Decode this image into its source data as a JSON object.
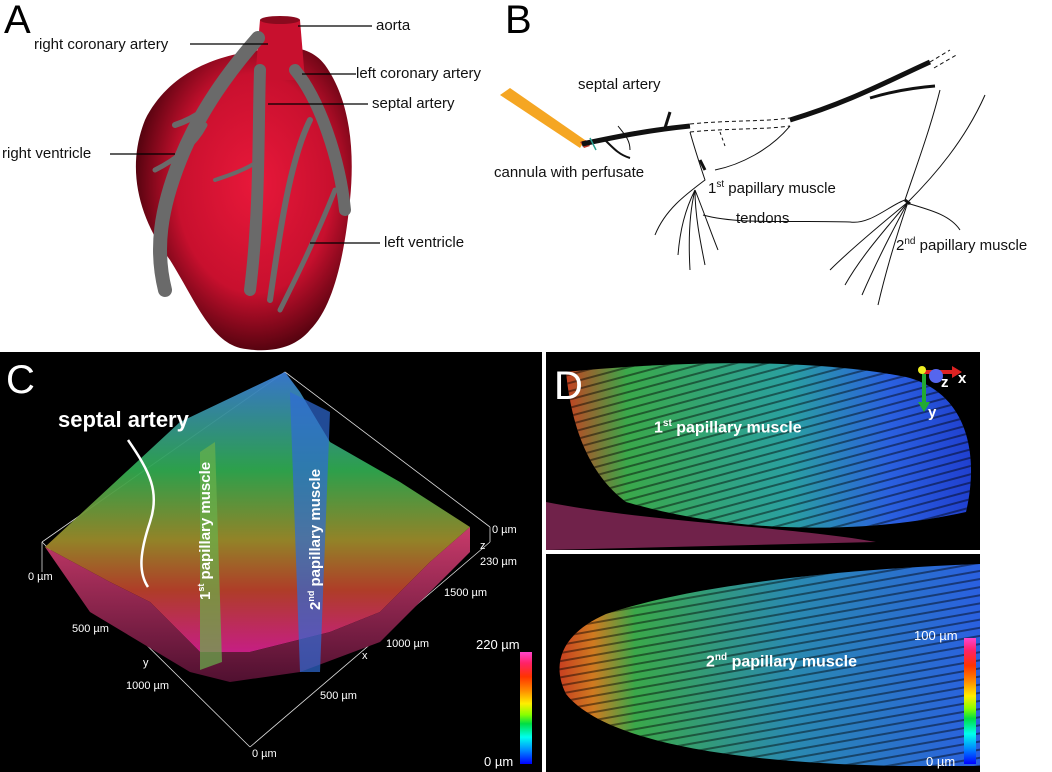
{
  "panels": {
    "A": {
      "letter": "A",
      "labels": {
        "aorta": "aorta",
        "right_coronary_artery": "right coronary artery",
        "left_coronary_artery": "left coronary artery",
        "septal_artery": "septal artery",
        "right_ventricle": "right ventricle",
        "left_ventricle": "left ventricle"
      }
    },
    "B": {
      "letter": "B",
      "labels": {
        "septal_artery": "septal artery",
        "cannula": "cannula with perfusate",
        "first_pm_num": "1",
        "first_pm_sup": "st",
        "first_pm_text": " papillary muscle",
        "tendons": "tendons",
        "second_pm_num": "2",
        "second_pm_sup": "nd",
        "second_pm_text": " papillary muscle"
      }
    },
    "C": {
      "letter": "C",
      "septal_artery": "septal artery",
      "first_pm_num": "1",
      "first_pm_sup": "st",
      "first_pm_text": " papillary muscle",
      "second_pm_num": "2",
      "second_pm_sup": "nd",
      "second_pm_text": " papillary muscle",
      "axis": {
        "y_label": "y",
        "x_label": "x",
        "z_label": "z",
        "y_ticks": [
          "0 µm",
          "500 µm",
          "1000 µm"
        ],
        "x_ticks": [
          "0 µm",
          "500 µm",
          "1000 µm",
          "1500 µm"
        ],
        "z_ticks": [
          "0 µm",
          "230 µm"
        ]
      },
      "colorbar": {
        "max": "220 µm",
        "min": "0 µm"
      }
    },
    "D": {
      "letter": "D",
      "first_pm_num": "1",
      "first_pm_sup": "st",
      "first_pm_text": " papillary muscle",
      "second_pm_num": "2",
      "second_pm_sup": "nd",
      "second_pm_text": " papillary muscle",
      "axes": {
        "x": "x",
        "y": "y",
        "z": "z"
      },
      "colorbar": {
        "max": "100 µm",
        "min": "0 µm"
      }
    }
  },
  "colors": {
    "heart_red": "#c8102e",
    "vessel_gray": "#6a6a6a",
    "cannula_orange": "#f5a623"
  }
}
